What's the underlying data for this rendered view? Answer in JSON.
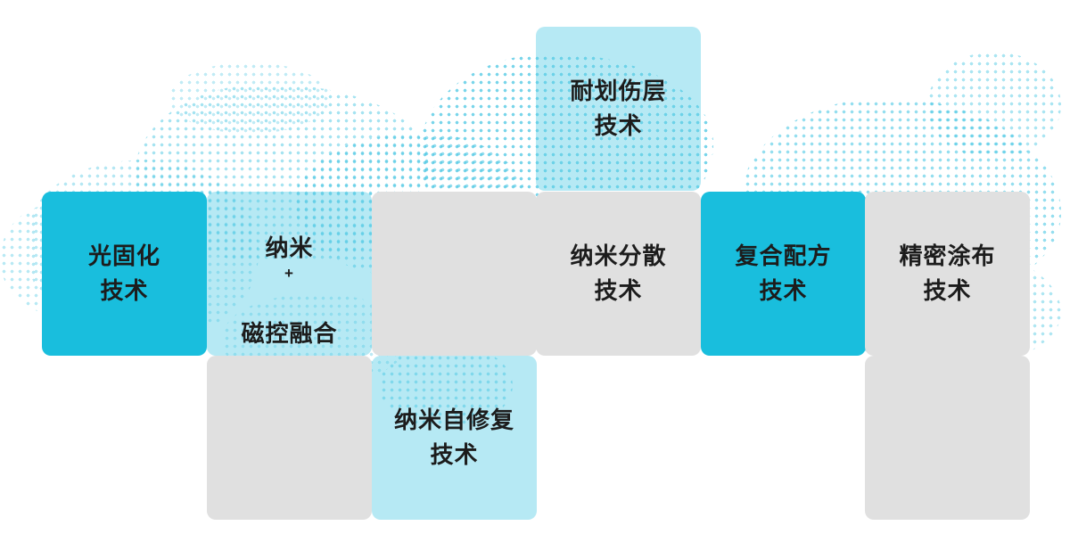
{
  "diagram_title": "core-coating-technologies",
  "colors": {
    "bright_cyan": "#19bedd",
    "light_cyan": "#b6e9f4",
    "tile_gray": "#e0e0e0",
    "text": "#1c1c1c",
    "map_dot": "#3ac1e0",
    "background": "#ffffff"
  },
  "tiles": {
    "scratch_resistant": {
      "label": "耐划伤层\n技术"
    },
    "light_curing": {
      "label": "光固化\n技术"
    },
    "nano_magnetron": {
      "line1": "纳米",
      "plus": "+",
      "line2": "磁控融合"
    },
    "nano_dispersion": {
      "label": "纳米分散\n技术"
    },
    "composite_formula": {
      "label": "复合配方\n技术"
    },
    "precision_coating": {
      "label": "精密涂布\n技术"
    },
    "nano_self_repair": {
      "label": "纳米自修复\n技术"
    }
  }
}
